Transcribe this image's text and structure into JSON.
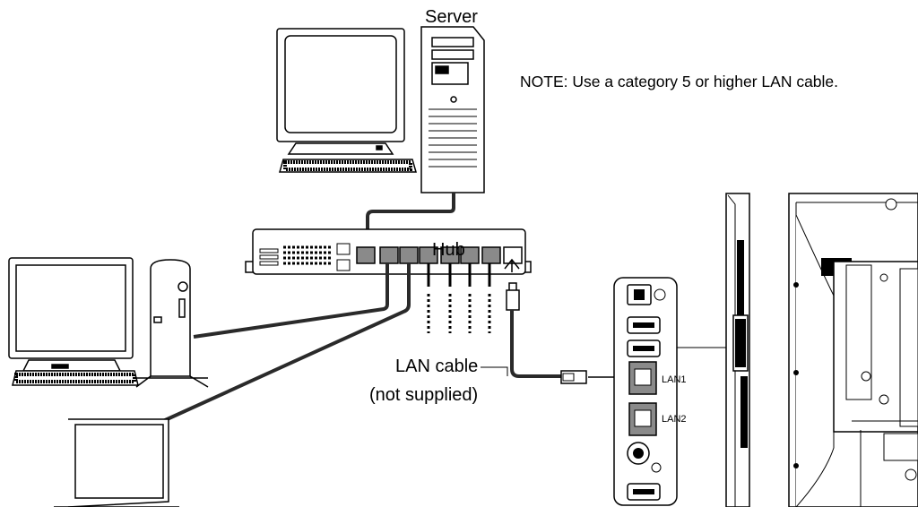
{
  "labels": {
    "server": "Server",
    "hub": "Hub",
    "note": "NOTE: Use a category 5 or higher LAN cable.",
    "lan_cable": "LAN cable",
    "not_supplied": "(not supplied)",
    "lan1": "LAN1",
    "lan2": "LAN2"
  },
  "colors": {
    "line": "#000000",
    "cable": "#2a2a2a",
    "port_fill": "#8a8a8a",
    "panel_fill": "#d8d8d8",
    "screen_fill": "#ffffff"
  },
  "icons": [
    "server-monitor-icon",
    "server-tower-icon",
    "keyboard-icon",
    "hub-icon",
    "desktop-monitor-icon",
    "desktop-tower-icon",
    "laptop-icon",
    "rj45-plug-icon",
    "rear-terminal-panel-icon",
    "display-side-view-icon",
    "display-rear-view-icon"
  ]
}
